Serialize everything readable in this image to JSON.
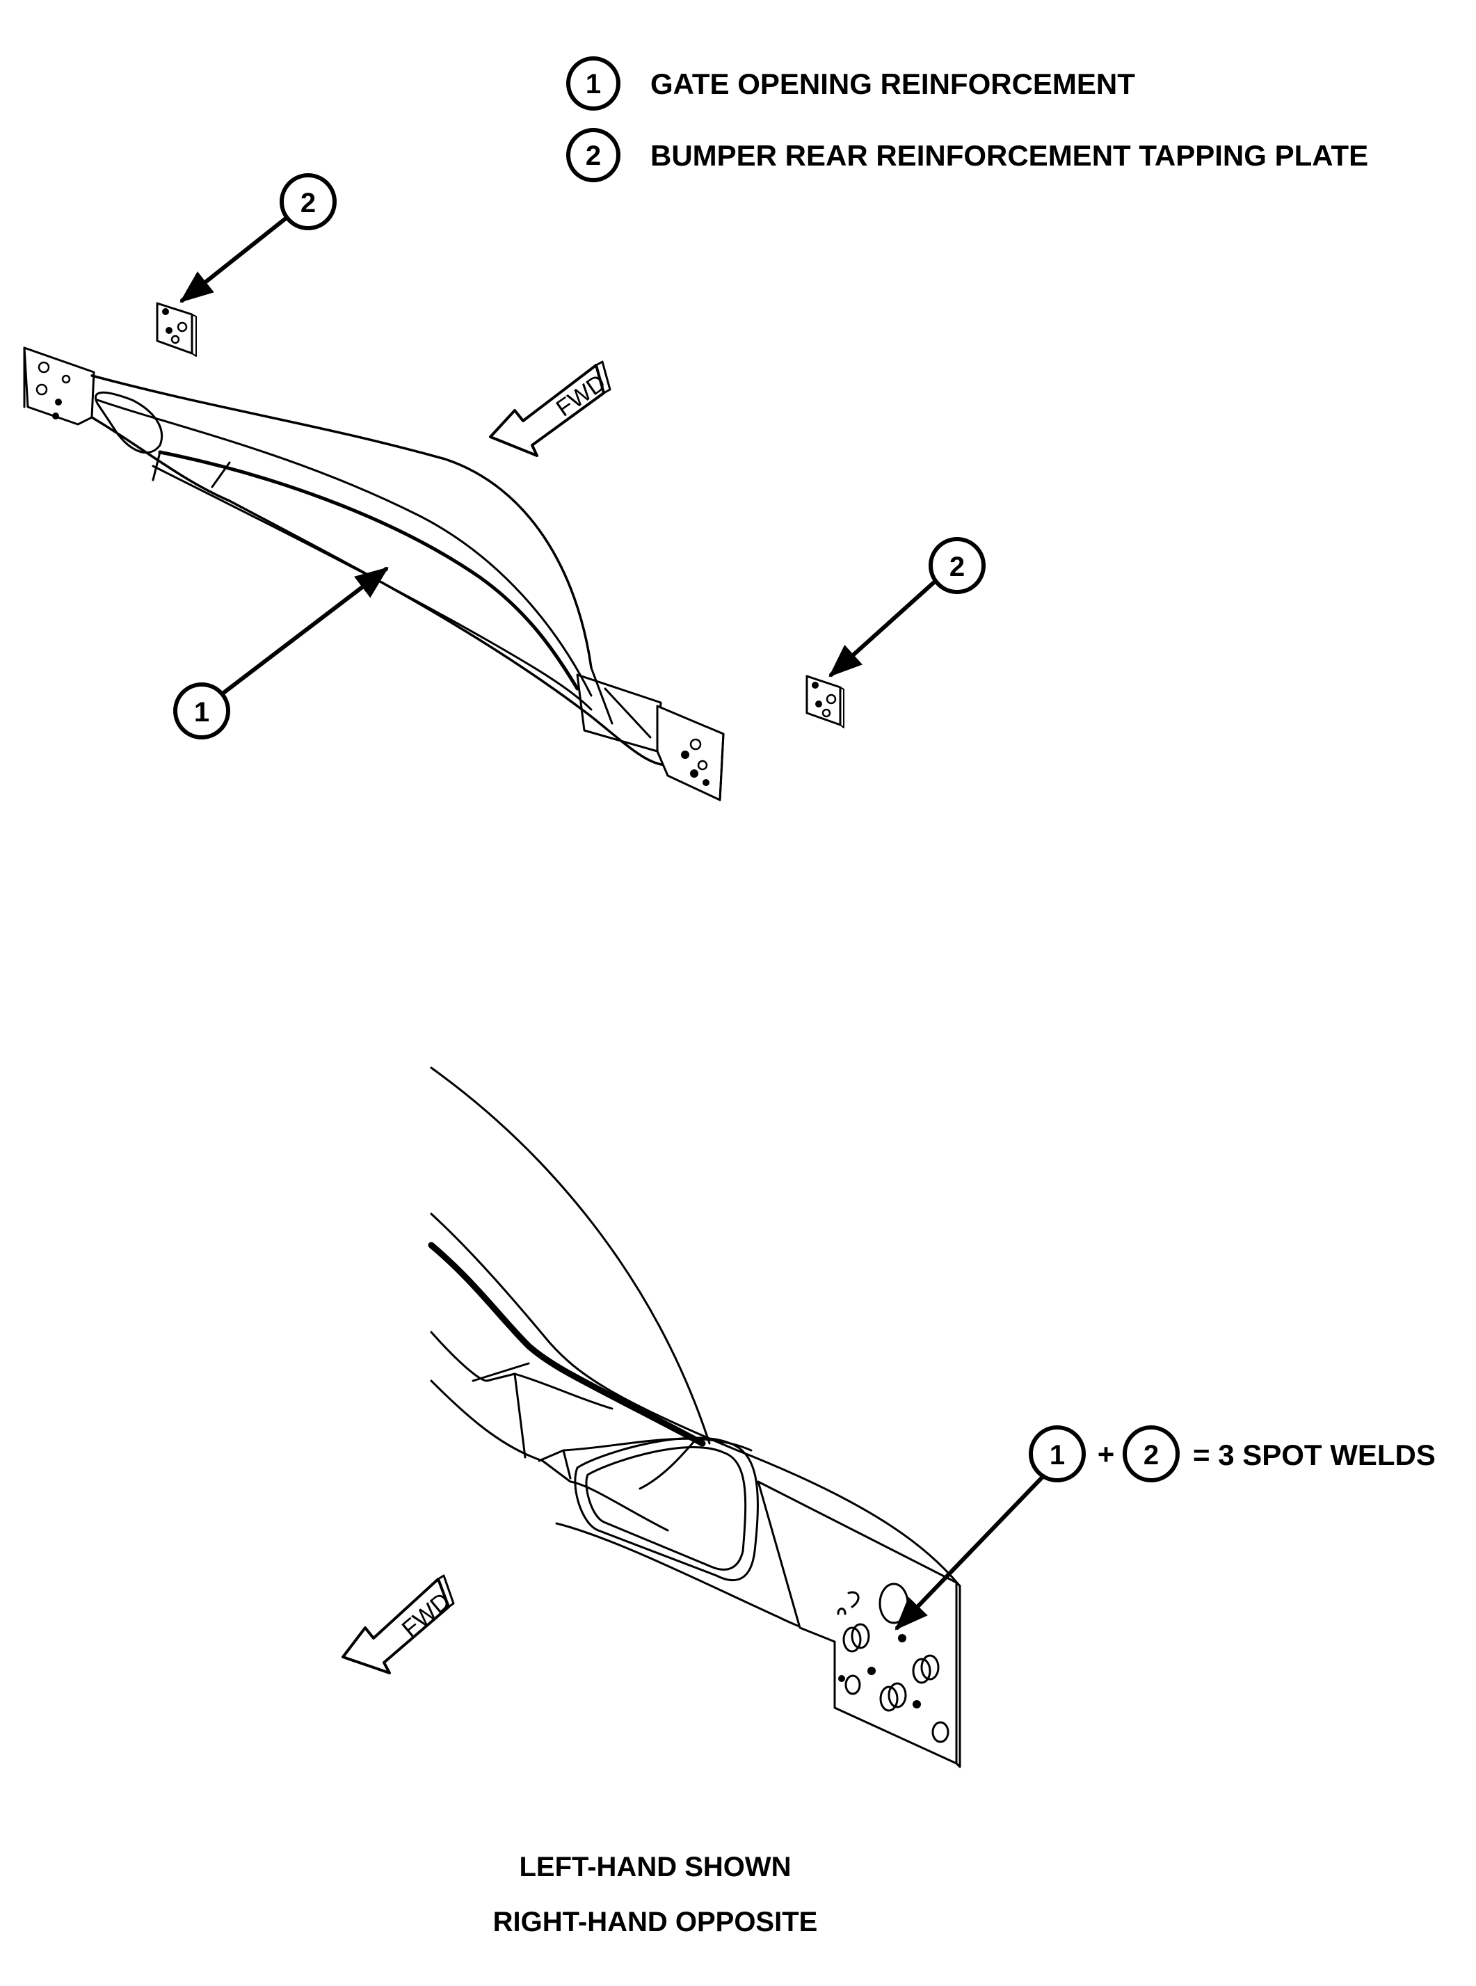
{
  "legend": {
    "items": [
      {
        "number": "1",
        "label": "GATE OPENING REINFORCEMENT"
      },
      {
        "number": "2",
        "label": "BUMPER REAR REINFORCEMENT TAPPING PLATE"
      }
    ]
  },
  "top_view": {
    "callouts": [
      "2",
      "2",
      "1"
    ],
    "direction_label": "FWD"
  },
  "detail_view": {
    "weld_note": {
      "a": "1",
      "plus": "+",
      "b": "2",
      "text": "= 3 SPOT WELDS"
    },
    "direction_label": "FWD"
  },
  "caption": {
    "line1": "LEFT-HAND SHOWN",
    "line2": "RIGHT-HAND OPPOSITE"
  }
}
